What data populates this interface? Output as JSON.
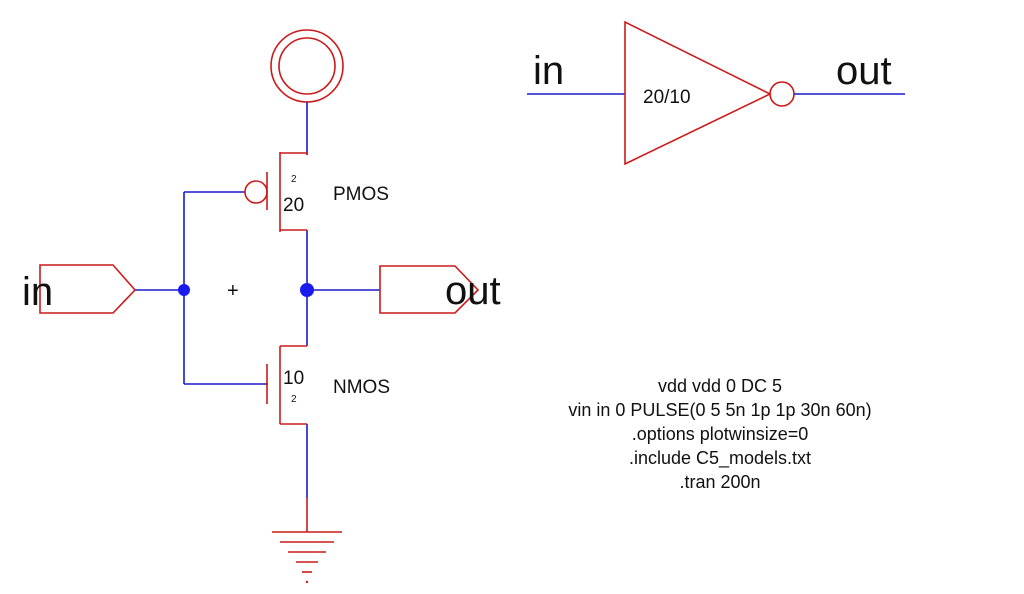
{
  "schematic": {
    "ports": {
      "input_label": "in",
      "output_label": "out"
    },
    "pmos": {
      "label": "PMOS",
      "width": "20",
      "length": "2"
    },
    "nmos": {
      "label": "NMOS",
      "width": "10",
      "length": "2"
    },
    "center_mark": "+"
  },
  "symbol": {
    "input_label": "in",
    "output_label": "out",
    "size_label": "20/10"
  },
  "spice_directives": [
    "vdd vdd 0 DC 5",
    "vin in 0 PULSE(0 5 5n 1p 1p 30n 60n)",
    ".options plotwinsize=0",
    ".include C5_models.txt",
    ".tran 200n"
  ],
  "colors": {
    "wire": "#1a1acc",
    "device": "#cc1a1a",
    "node": "#1a1aee",
    "text": "#111111"
  }
}
